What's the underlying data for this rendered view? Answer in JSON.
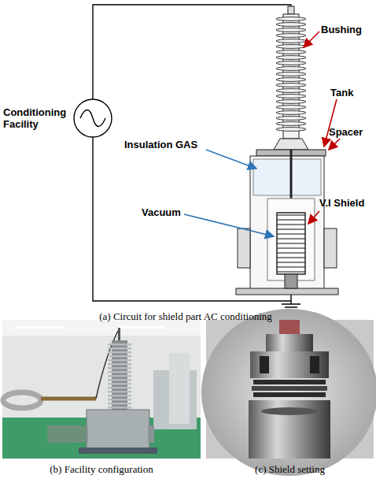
{
  "diagram": {
    "labels": [
      "Bushing",
      "Tank",
      "Insulation GAS",
      "Spacer",
      "Conditioning Facility",
      "Vacuum",
      "V.I Shield",
      "(a) Circuit for shield part AC conditioning",
      "(b) Facility configuration",
      "(c) Shield setting"
    ]
  }
}
